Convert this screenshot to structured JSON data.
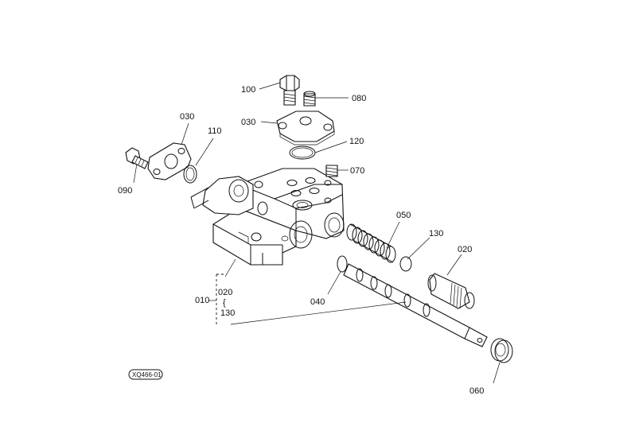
{
  "diagram": {
    "drawing_code": "XQ466-01",
    "callouts": {
      "p100": "100",
      "p080": "080",
      "p030_top": "030",
      "p030_left": "030",
      "p110": "110",
      "p120": "120",
      "p070": "070",
      "p090": "090",
      "p050": "050",
      "p130_right": "130",
      "p020_right": "020",
      "p040": "040",
      "p060": "060",
      "p010": "010",
      "p020_group": "020",
      "p130_group": "130",
      "group_bracket": "{"
    }
  }
}
